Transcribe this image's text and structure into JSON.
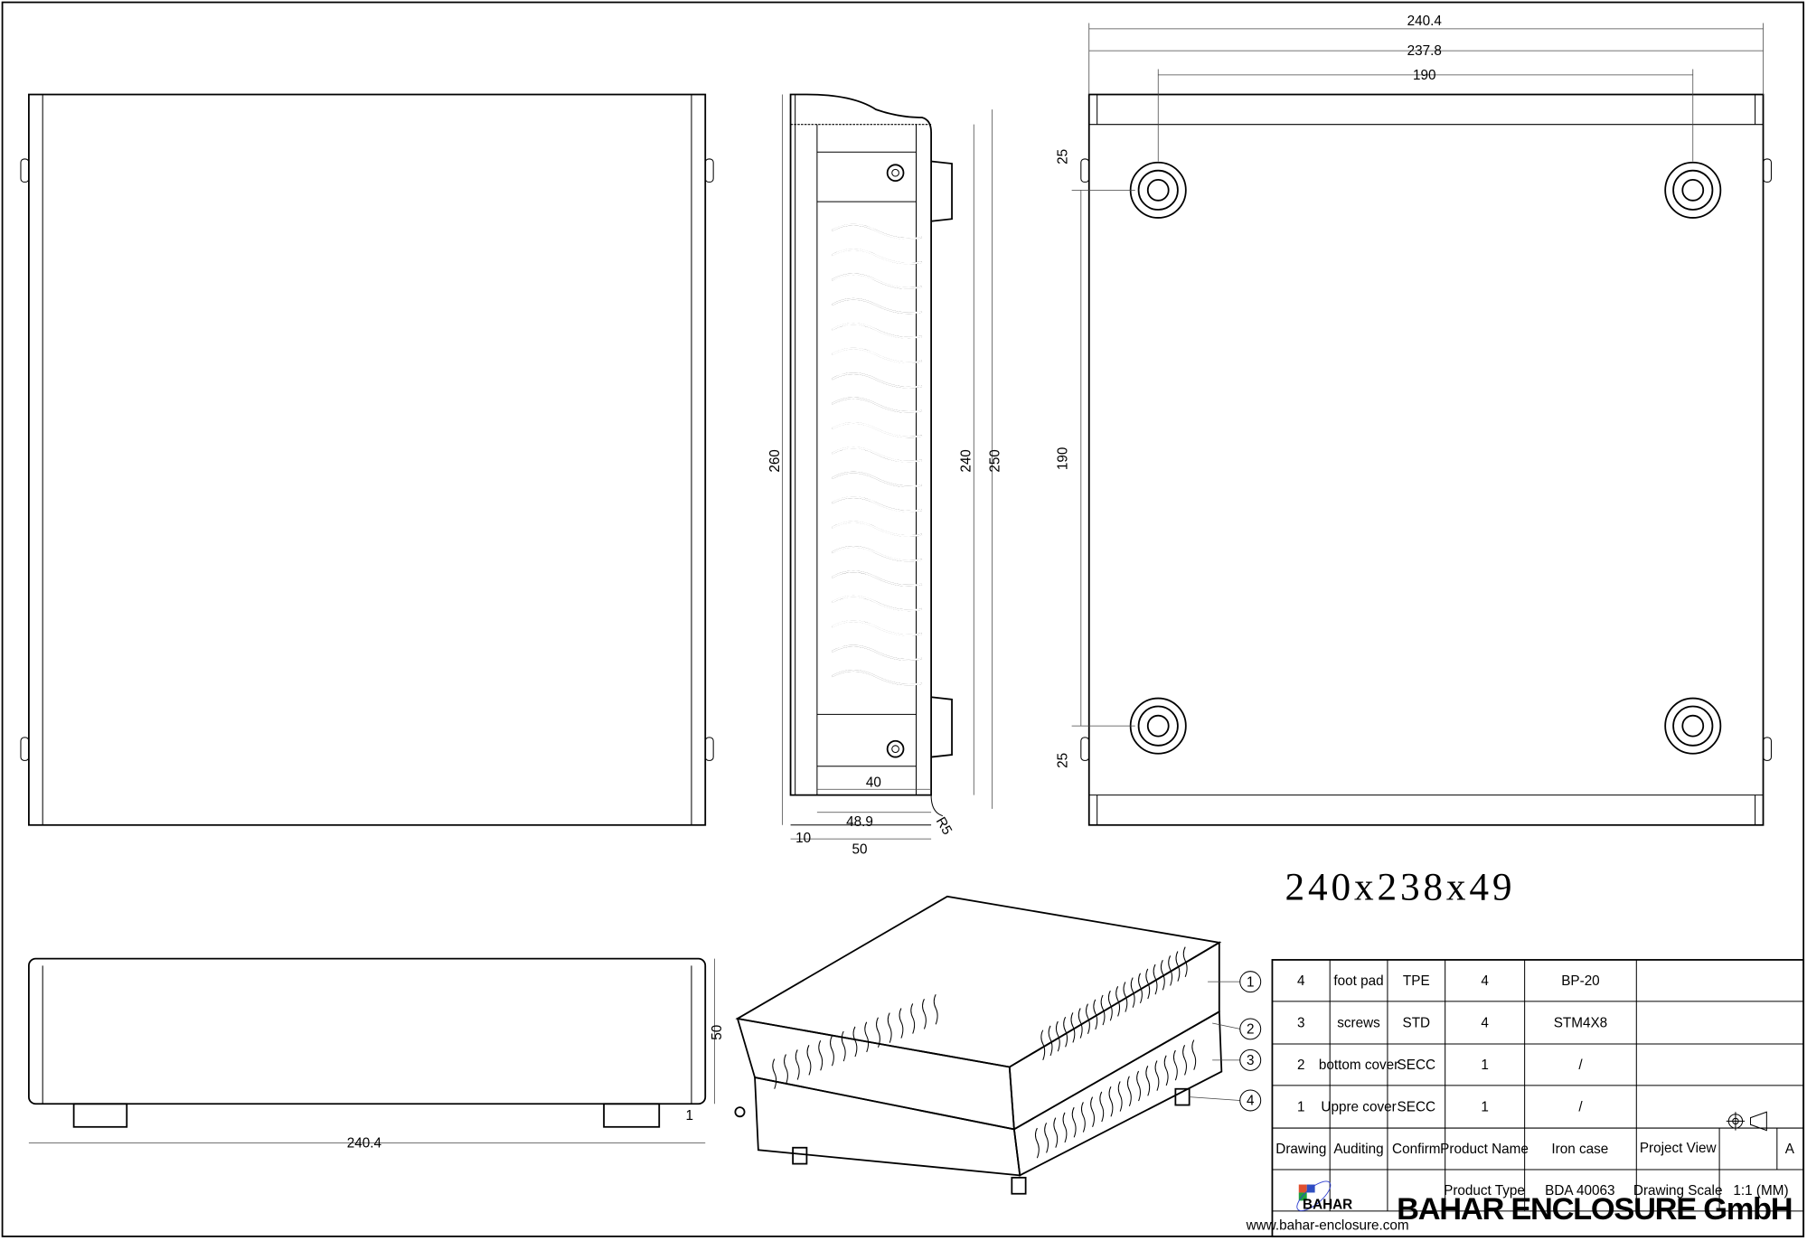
{
  "drawing": {
    "overall_size": "240x238x49",
    "side_view_dims": {
      "height_outer": "260",
      "height_inner": "240",
      "height_mid": "250",
      "depth_40": "40",
      "depth_48_9": "48.9",
      "radius": "R5",
      "offset_10": "10",
      "depth_50": "50"
    },
    "bottom_view_dims": {
      "width_outer": "240.4",
      "width_inner": "237.8",
      "hole_span_x": "190",
      "hole_span_y": "190",
      "edge_top": "25",
      "edge_bottom": "25"
    },
    "front_view_dims": {
      "width": "240.4",
      "height": "50",
      "foot": "1"
    },
    "callouts": [
      "1",
      "2",
      "3",
      "4"
    ]
  },
  "title_block": {
    "parts": [
      {
        "no": "4",
        "name": "foot pad",
        "material": "TPE",
        "qty": "4",
        "code": "BP-20"
      },
      {
        "no": "3",
        "name": "screws",
        "material": "STD",
        "qty": "4",
        "code": "STM4X8"
      },
      {
        "no": "2",
        "name": "bottom cover",
        "material": "SECC",
        "qty": "1",
        "code": "/"
      },
      {
        "no": "1",
        "name": "Uppre cover",
        "material": "SECC",
        "qty": "1",
        "code": "/"
      }
    ],
    "labels": {
      "drawing": "Drawing",
      "auditing": "Auditing",
      "confirm": "Confirm",
      "product_name": "Product Name",
      "product_type": "Product Type",
      "project_view": "Project View",
      "drawing_scale": "Drawing Scale"
    },
    "product_name": "Iron case",
    "product_type": "BDA 40063",
    "project_view_symbol": "A",
    "drawing_scale": "1:1 (MM)",
    "logo_text": "BAHAR",
    "website": "www.bahar-enclosure.com",
    "company": "BAHAR ENCLOSURE GmbH"
  }
}
